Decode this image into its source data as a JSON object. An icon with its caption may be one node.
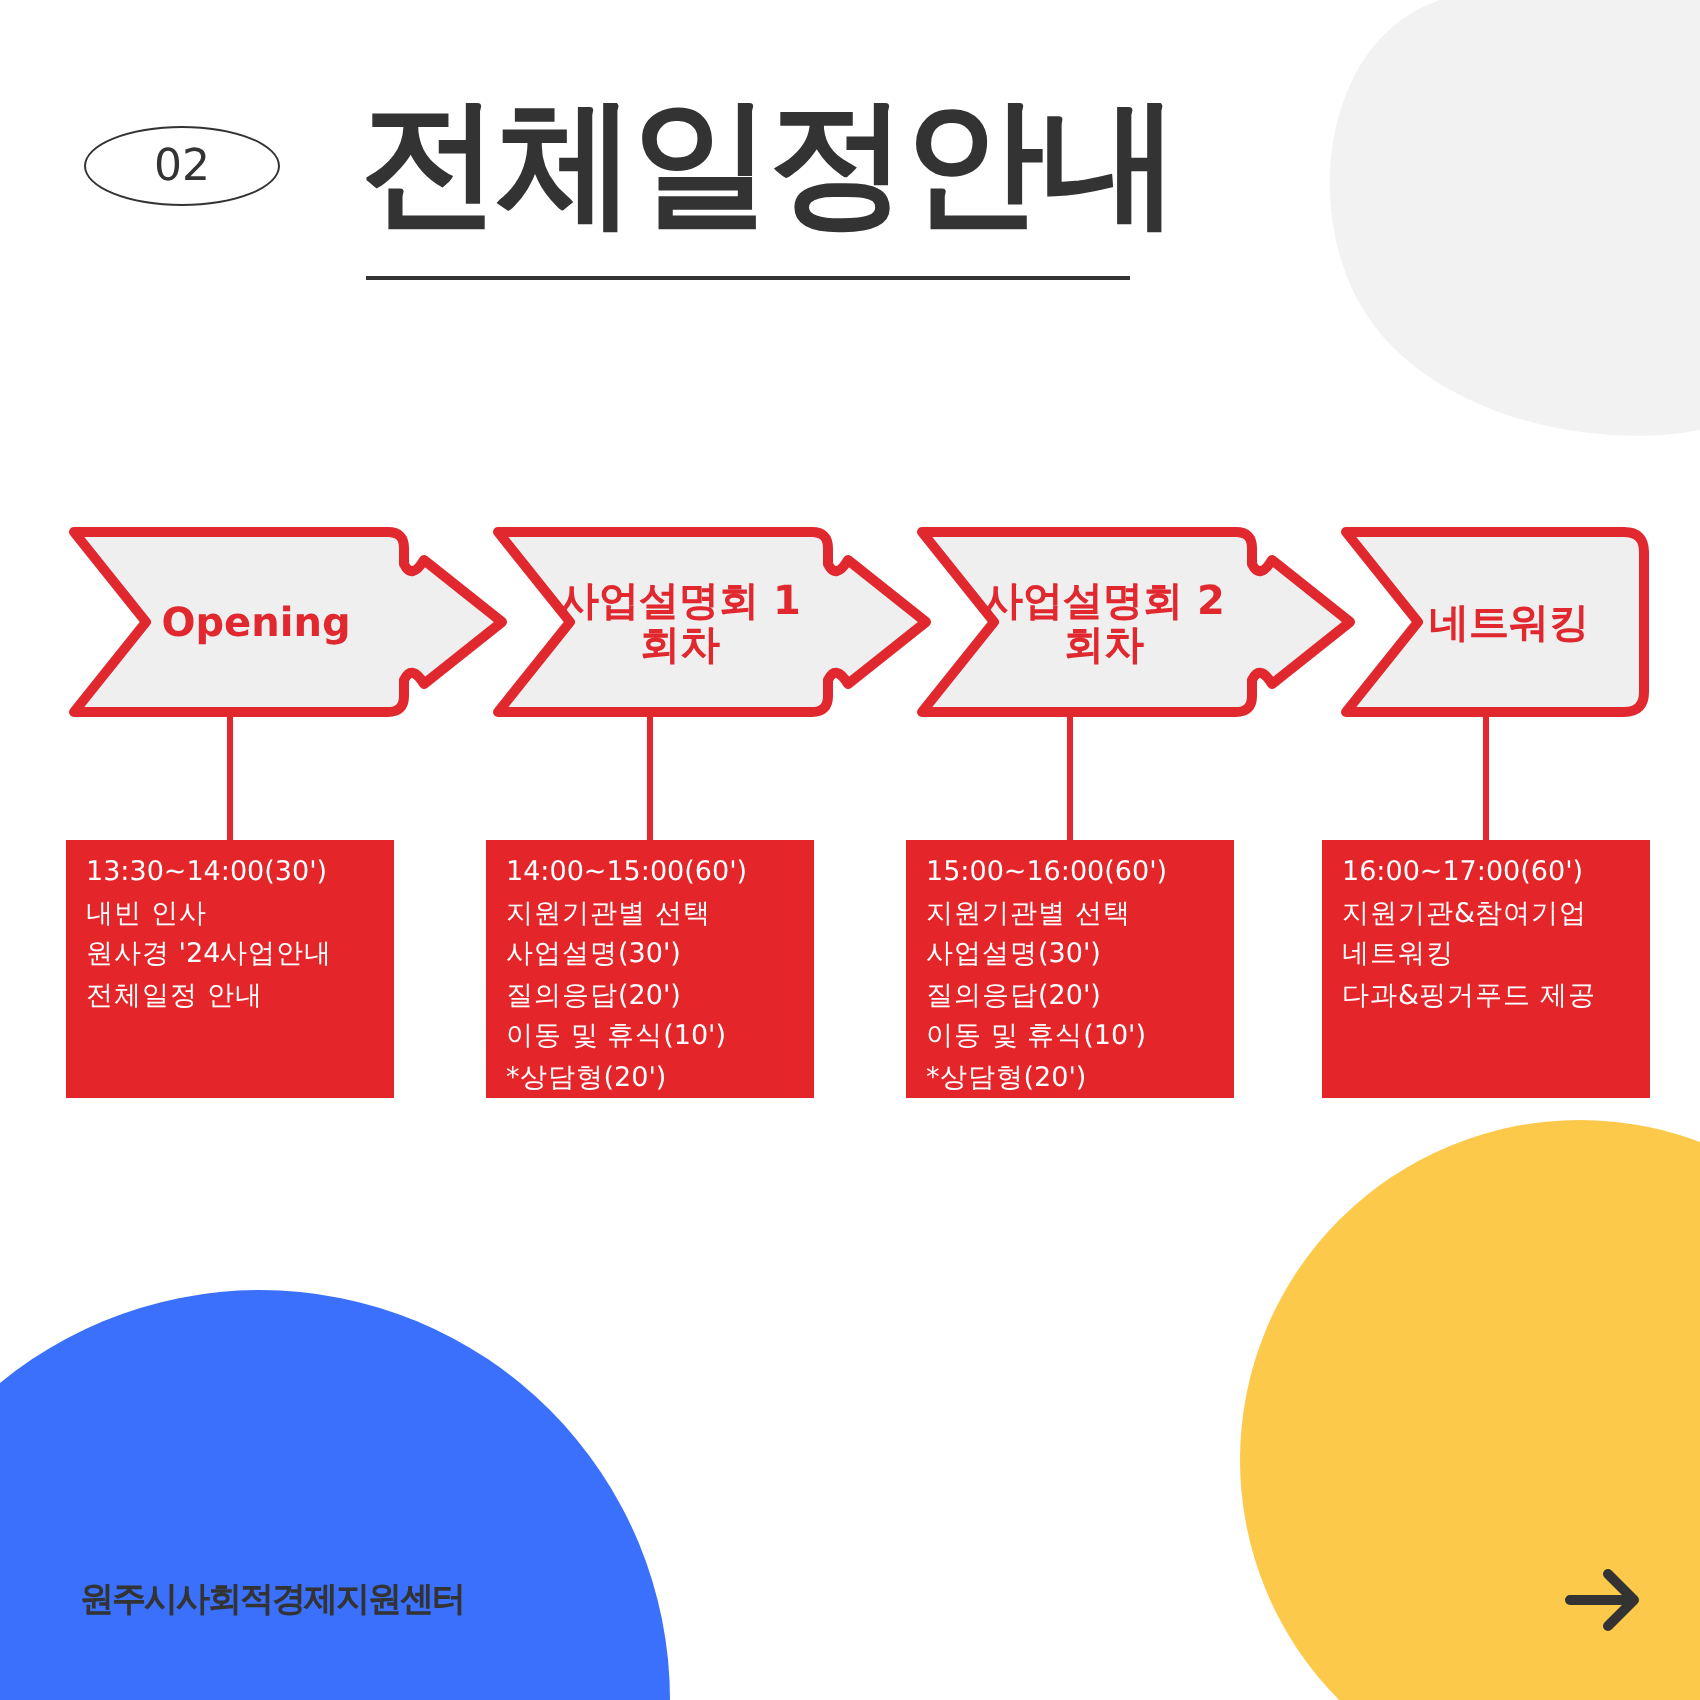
{
  "diagram": {
    "title": "전체일정안내",
    "nodes": [
      {
        "text": [
          "02"
        ]
      },
      {
        "text": [
          "Opening"
        ]
      },
      {
        "text": [
          "사업설명회 1회차"
        ]
      },
      {
        "text": [
          "사업설명회 2회차"
        ]
      },
      {
        "text": [
          "네트워킹"
        ]
      },
      {
        "text": [
          "13:30~14:00(30')",
          "내빈 인사",
          "원사경 '24사업안내",
          "전체일정 안내"
        ]
      },
      {
        "text": [
          "14:00~15:00(60')",
          "지원기관별 선택",
          "사업설명(30')",
          "질의응답(20')",
          "이동 및 휴식(10')",
          "*상담형(20')"
        ]
      },
      {
        "text": [
          "15:00~16:00(60')",
          "지원기관별 선택",
          "사업설명(30')",
          "질의응답(20')",
          "이동 및 휴식(10')",
          "*상담형(20')"
        ]
      },
      {
        "text": [
          "16:00~17:00(60')",
          "지원기관&참여기업",
          "네트워킹",
          "다과&핑거푸드 제공"
        ]
      }
    ],
    "edges": [
      {
        "from": 1,
        "to": 5,
        "arrow": "none"
      },
      {
        "from": 2,
        "to": 6,
        "arrow": "none"
      },
      {
        "from": 3,
        "to": 7,
        "arrow": "none"
      },
      {
        "from": 4,
        "to": 8,
        "arrow": "none"
      }
    ],
    "labels": [
      "원주시사회적경제지원센터"
    ]
  }
}
